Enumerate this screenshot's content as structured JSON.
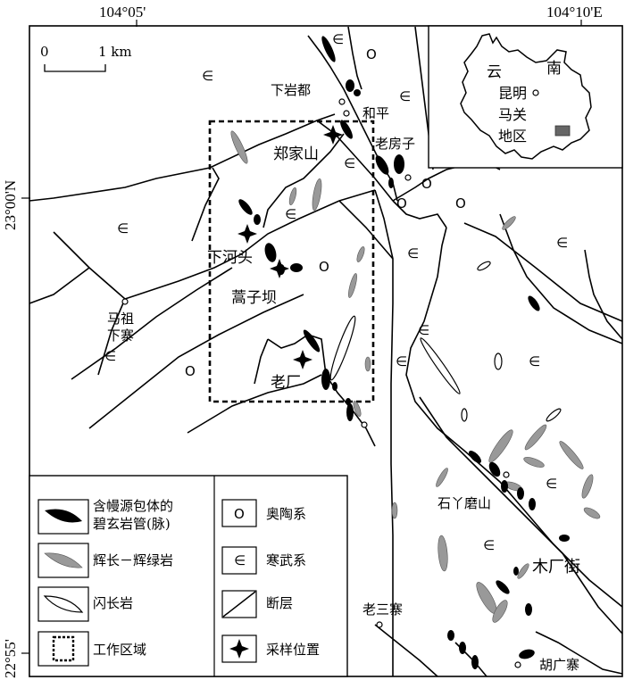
{
  "coordinates": {
    "top_left": "104°05'",
    "top_right": "104°10'E",
    "left_upper": "23°00'N",
    "left_lower": "22°55'"
  },
  "scale_bar": {
    "zero": "0",
    "length": "1 km"
  },
  "symbols": {
    "ordovician": "O",
    "cambrian": "∈"
  },
  "places": {
    "xiayandu": "下岩都",
    "heping": "和平",
    "laofangzi": "老房子",
    "zhengjiashan": "郑家山",
    "xiahetou": "下河头",
    "haozibai": "蒿子坝",
    "mazu_line1": "马祖",
    "mazu_line2": "下寨",
    "laochang": "老厂",
    "shiyamoshan": "石丫磨山",
    "muchangjie": "木厂街",
    "laosanzhai": "老三寨",
    "huguangzhai": "胡广寨"
  },
  "inset": {
    "province_line1": "云",
    "province_line1b": "南",
    "kunming": "昆明",
    "maguan_line1": "马关",
    "maguan_line2": "地区"
  },
  "legend": {
    "kimberlite": "含幔源包体的",
    "kimberlite_line2": "碧玄岩管(脉)",
    "ordovician": "奥陶系",
    "gabbro": "辉长－辉绿岩",
    "cambrian": "寒武系",
    "diorite": "闪长岩",
    "fault": "断层",
    "work_area": "工作区域",
    "sample_location": "采样位置"
  },
  "colors": {
    "gabbro_fill": "#999999",
    "kimberlite_fill": "#000000",
    "inset_marker": "#666666"
  },
  "icons": [
    "sample-cross-icon",
    "site-circle-icon"
  ]
}
